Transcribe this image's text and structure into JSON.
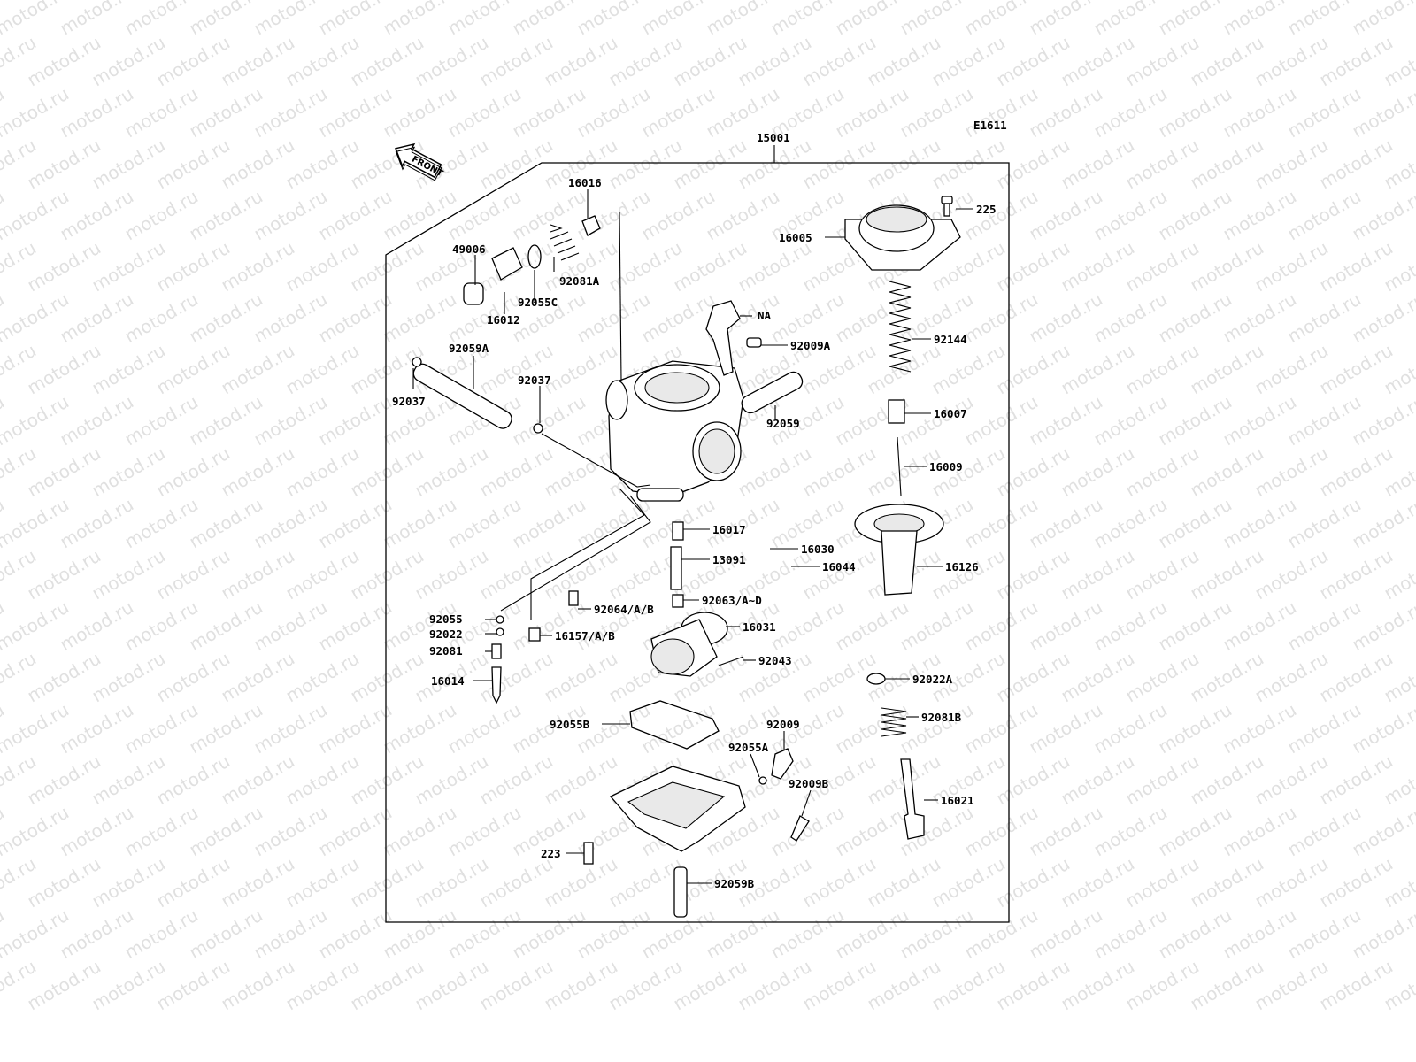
{
  "diagram": {
    "code": "E1611",
    "front_label": "FRONT",
    "assembly_label": "15001",
    "watermark": "motod.ru",
    "part_labels": {
      "p16016": "16016",
      "p49006": "49006",
      "p92081A": "92081A",
      "p92055C": "92055C",
      "p16012": "16012",
      "pNA": "NA",
      "p92009A": "92009A",
      "p92059A": "92059A",
      "p92037L": "92037",
      "p92037R": "92037",
      "p92059": "92059",
      "p225": "225",
      "p16005": "16005",
      "p92144": "92144",
      "p16007": "16007",
      "p16009": "16009",
      "p16017": "16017",
      "p16030": "16030",
      "p13091": "13091",
      "p16044": "16044",
      "p16126": "16126",
      "p92064": "92064/A/B",
      "p92063": "92063/A~D",
      "p92055": "92055",
      "p92022": "92022",
      "p92081": "92081",
      "p16157": "16157/A/B",
      "p16031": "16031",
      "p92043": "92043",
      "p16014": "16014",
      "p92022A": "92022A",
      "p92055B": "92055B",
      "p92009": "92009",
      "p92081B": "92081B",
      "p92055A": "92055A",
      "p92009B": "92009B",
      "p16021": "16021",
      "p223": "223",
      "p92059B": "92059B"
    }
  }
}
